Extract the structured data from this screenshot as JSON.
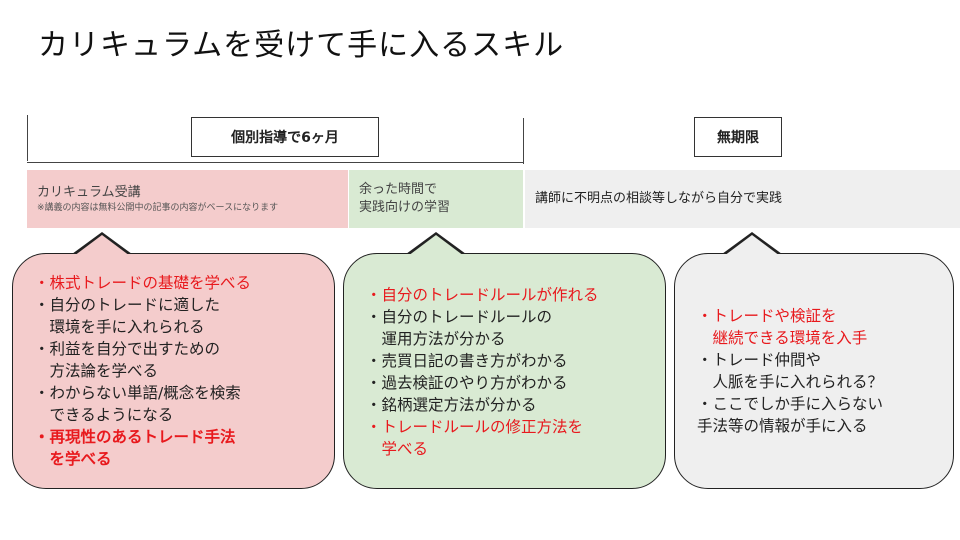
{
  "title": "カリキュラムを受けて手に入るスキル",
  "timeline": {
    "period1": "個別指導で6ヶ月",
    "period2": "無期限"
  },
  "bands": {
    "curriculum": {
      "main": "カリキュラム受講",
      "note": "※講義の内容は無料公開中の記事の内容がベースになります"
    },
    "practice": {
      "line1": "余った時間で",
      "line2": "実践向けの学習"
    },
    "mentor": {
      "main": "講師に不明点の相談等しながら自分で実践"
    }
  },
  "bubble1": {
    "lines": [
      "・株式トレードの基礎を学べる",
      "・自分のトレードに適した",
      "　環境を手に入れられる",
      "・利益を自分で出すための",
      "　方法論を学べる",
      "・わからない単語/概念を検索",
      "　できるようになる",
      "・再現性のあるトレード手法",
      "　を学べる"
    ]
  },
  "bubble2": {
    "lines": [
      "・自分のトレードルールが作れる",
      "・自分のトレードルールの",
      "　運用方法が分かる",
      "・売買日記の書き方がわかる",
      "・過去検証のやり方がわかる",
      "・銘柄選定方法が分かる",
      "・トレードルールの修正方法を",
      "　学べる"
    ]
  },
  "bubble3": {
    "lines": [
      "・トレードや検証を",
      "　継続できる環境を入手",
      "・トレード仲間や",
      "　人脈を手に入れられる？",
      "・ここでしか手に入らない",
      "手法等の情報が手に入る"
    ]
  },
  "colors": {
    "pink": "#f4cccc",
    "green": "#d9ead3",
    "gray": "#efefef",
    "red_text": "#e8191d"
  }
}
